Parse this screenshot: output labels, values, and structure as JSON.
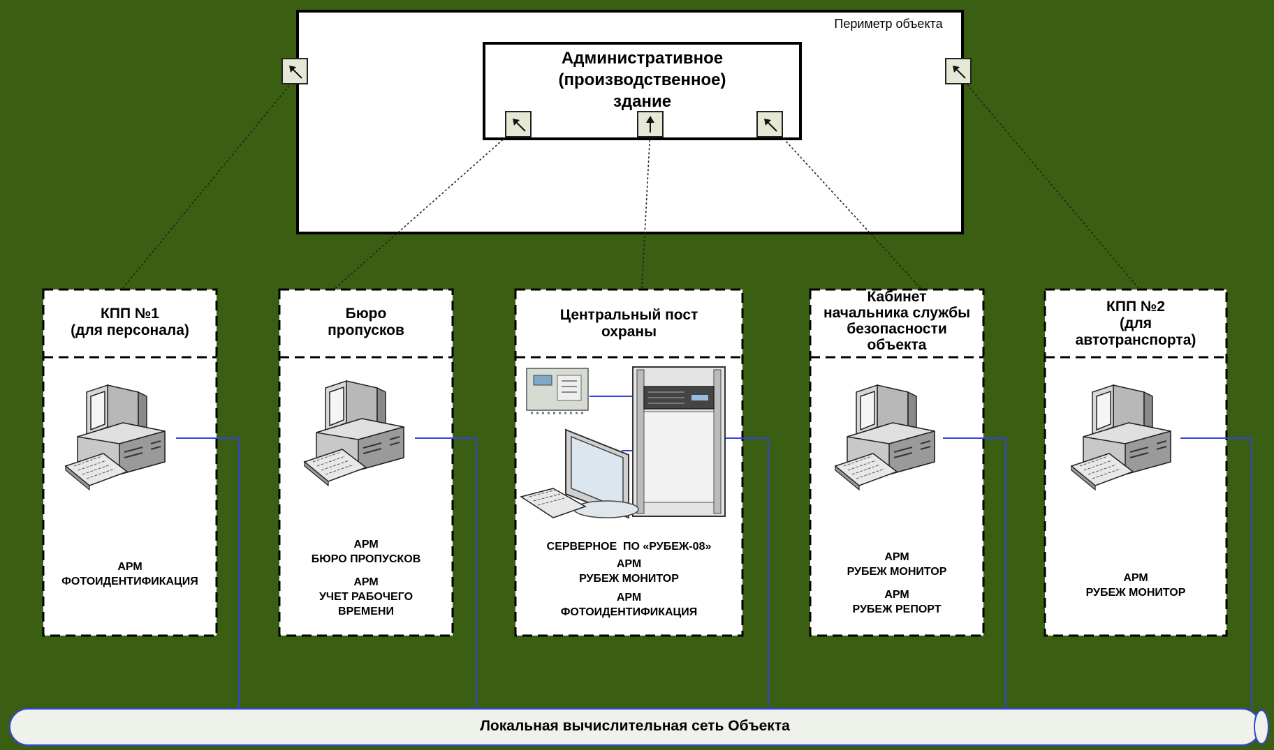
{
  "perimeter_label": "Периметр объекта",
  "building": {
    "line1": "Административное",
    "line2": "(производственное)",
    "line3": "здание"
  },
  "posts": [
    {
      "title1": "КПП №1",
      "title2": "(для персонала)",
      "title3": "",
      "title4": "",
      "apps": [
        "АРМ",
        "ФОТОИДЕНТИФИКАЦИЯ"
      ]
    },
    {
      "title1": "Бюро",
      "title2": "пропусков",
      "title3": "",
      "title4": "",
      "apps": [
        "АРМ",
        "БЮРО ПРОПУСКОВ",
        "АРМ",
        "УЧЕТ РАБОЧЕГО",
        "ВРЕМЕНИ"
      ]
    },
    {
      "title1": "Центральный пост",
      "title2": "охраны",
      "title3": "",
      "title4": "",
      "apps": [
        "СЕРВЕРНОЕ  ПО «РУБЕЖ-08»",
        "АРМ",
        "РУБЕЖ МОНИТОР",
        "АРМ",
        "ФОТОИДЕНТИФИКАЦИЯ"
      ]
    },
    {
      "title1": "Кабинет",
      "title2": "начальника службы",
      "title3": "безопасности",
      "title4": "объекта",
      "apps": [
        "АРМ",
        "РУБЕЖ МОНИТОР",
        "АРМ",
        "РУБЕЖ РЕПОРТ"
      ]
    },
    {
      "title1": "КПП №2",
      "title2": "(для",
      "title3": "автотранспорта)",
      "title4": "",
      "apps": [
        "АРМ",
        "РУБЕЖ МОНИТОР"
      ]
    }
  ],
  "lan_label": "Локальная вычислительная сеть Объекта",
  "colors": {
    "background": "#3a5f12",
    "link_line": "#3344dd",
    "lan_fill": "#eef2ea",
    "reader_fill": "#e6e8d6"
  }
}
